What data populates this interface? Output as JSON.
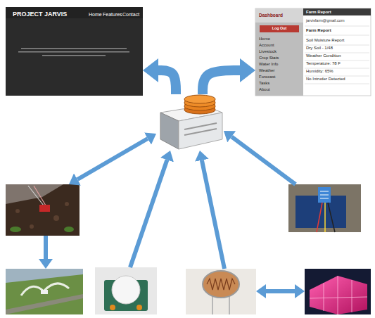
{
  "diagram": {
    "nodes": [
      {
        "text": [
          "PROJECT JARVIS",
          "Home",
          "Features",
          "Contact"
        ]
      },
      {
        "text": [
          "Dashboard",
          "Farm Report",
          "jarvisfarm@gmail.com",
          "Home",
          "Account",
          "Livestock",
          "Crop Stats",
          "Water Info",
          "Weather",
          "Forecast",
          "Tasks",
          "About",
          "Farm Report",
          "Soil Moisture Report",
          "Dry Soil - 1/48",
          "Weather Condition",
          "Temperature: 78 F",
          "Humidity: 65%",
          "No Intruder Detected"
        ]
      },
      {
        "text": [
          "Log Out"
        ],
        "in": 1
      },
      {
        "text": []
      },
      {
        "text": []
      },
      {
        "text": []
      },
      {
        "text": []
      },
      {
        "text": []
      },
      {
        "text": []
      },
      {
        "text": []
      }
    ],
    "edges": [
      {
        "from": 3,
        "to": 0,
        "arrow": "to"
      },
      {
        "from": 3,
        "to": 1,
        "arrow": "to"
      },
      {
        "from": 3,
        "to": 4,
        "arrow": "both"
      },
      {
        "from": 4,
        "to": 6,
        "arrow": "to"
      },
      {
        "from": 7,
        "to": 3,
        "arrow": "to"
      },
      {
        "from": 8,
        "to": 3,
        "arrow": "to"
      },
      {
        "from": 8,
        "to": 9,
        "arrow": "both"
      },
      {
        "from": 5,
        "to": 3,
        "arrow": "to"
      }
    ]
  }
}
